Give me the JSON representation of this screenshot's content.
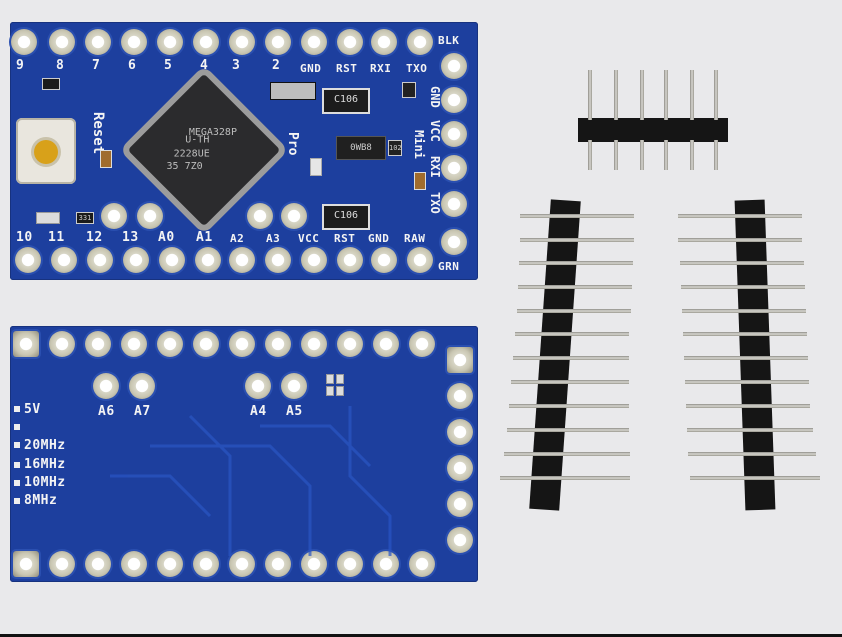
{
  "top_board": {
    "top_labels": [
      "9",
      "8",
      "7",
      "6",
      "5",
      "4",
      "3",
      "2",
      "GND",
      "RST",
      "RXI",
      "TXO",
      "BLK"
    ],
    "bottom_labels": [
      "10",
      "11",
      "12",
      "13",
      "A0",
      "A1",
      "A2",
      "A3",
      "VCC",
      "RST",
      "GND",
      "RAW",
      "GRN"
    ],
    "side_labels": [
      "GND",
      "VCC",
      "RXI",
      "TXO"
    ],
    "reset_label": "Reset",
    "pro_label": "Pro",
    "mini_label": "Mini",
    "cap_upper": "C106",
    "cap_lower": "C106",
    "chip_lines": [
      "MEGA328P",
      "U-TH",
      "2228UE",
      "35 7Z0"
    ],
    "reg_text": "0WB8",
    "reg_small": "102",
    "res_text": "331"
  },
  "bottom_board": {
    "analog_labels": [
      "A6",
      "A7",
      "A4",
      "A5"
    ],
    "freq_labels": [
      "5V",
      "",
      "20MHz",
      "16MHz",
      "10MHz",
      "8MHz"
    ]
  }
}
